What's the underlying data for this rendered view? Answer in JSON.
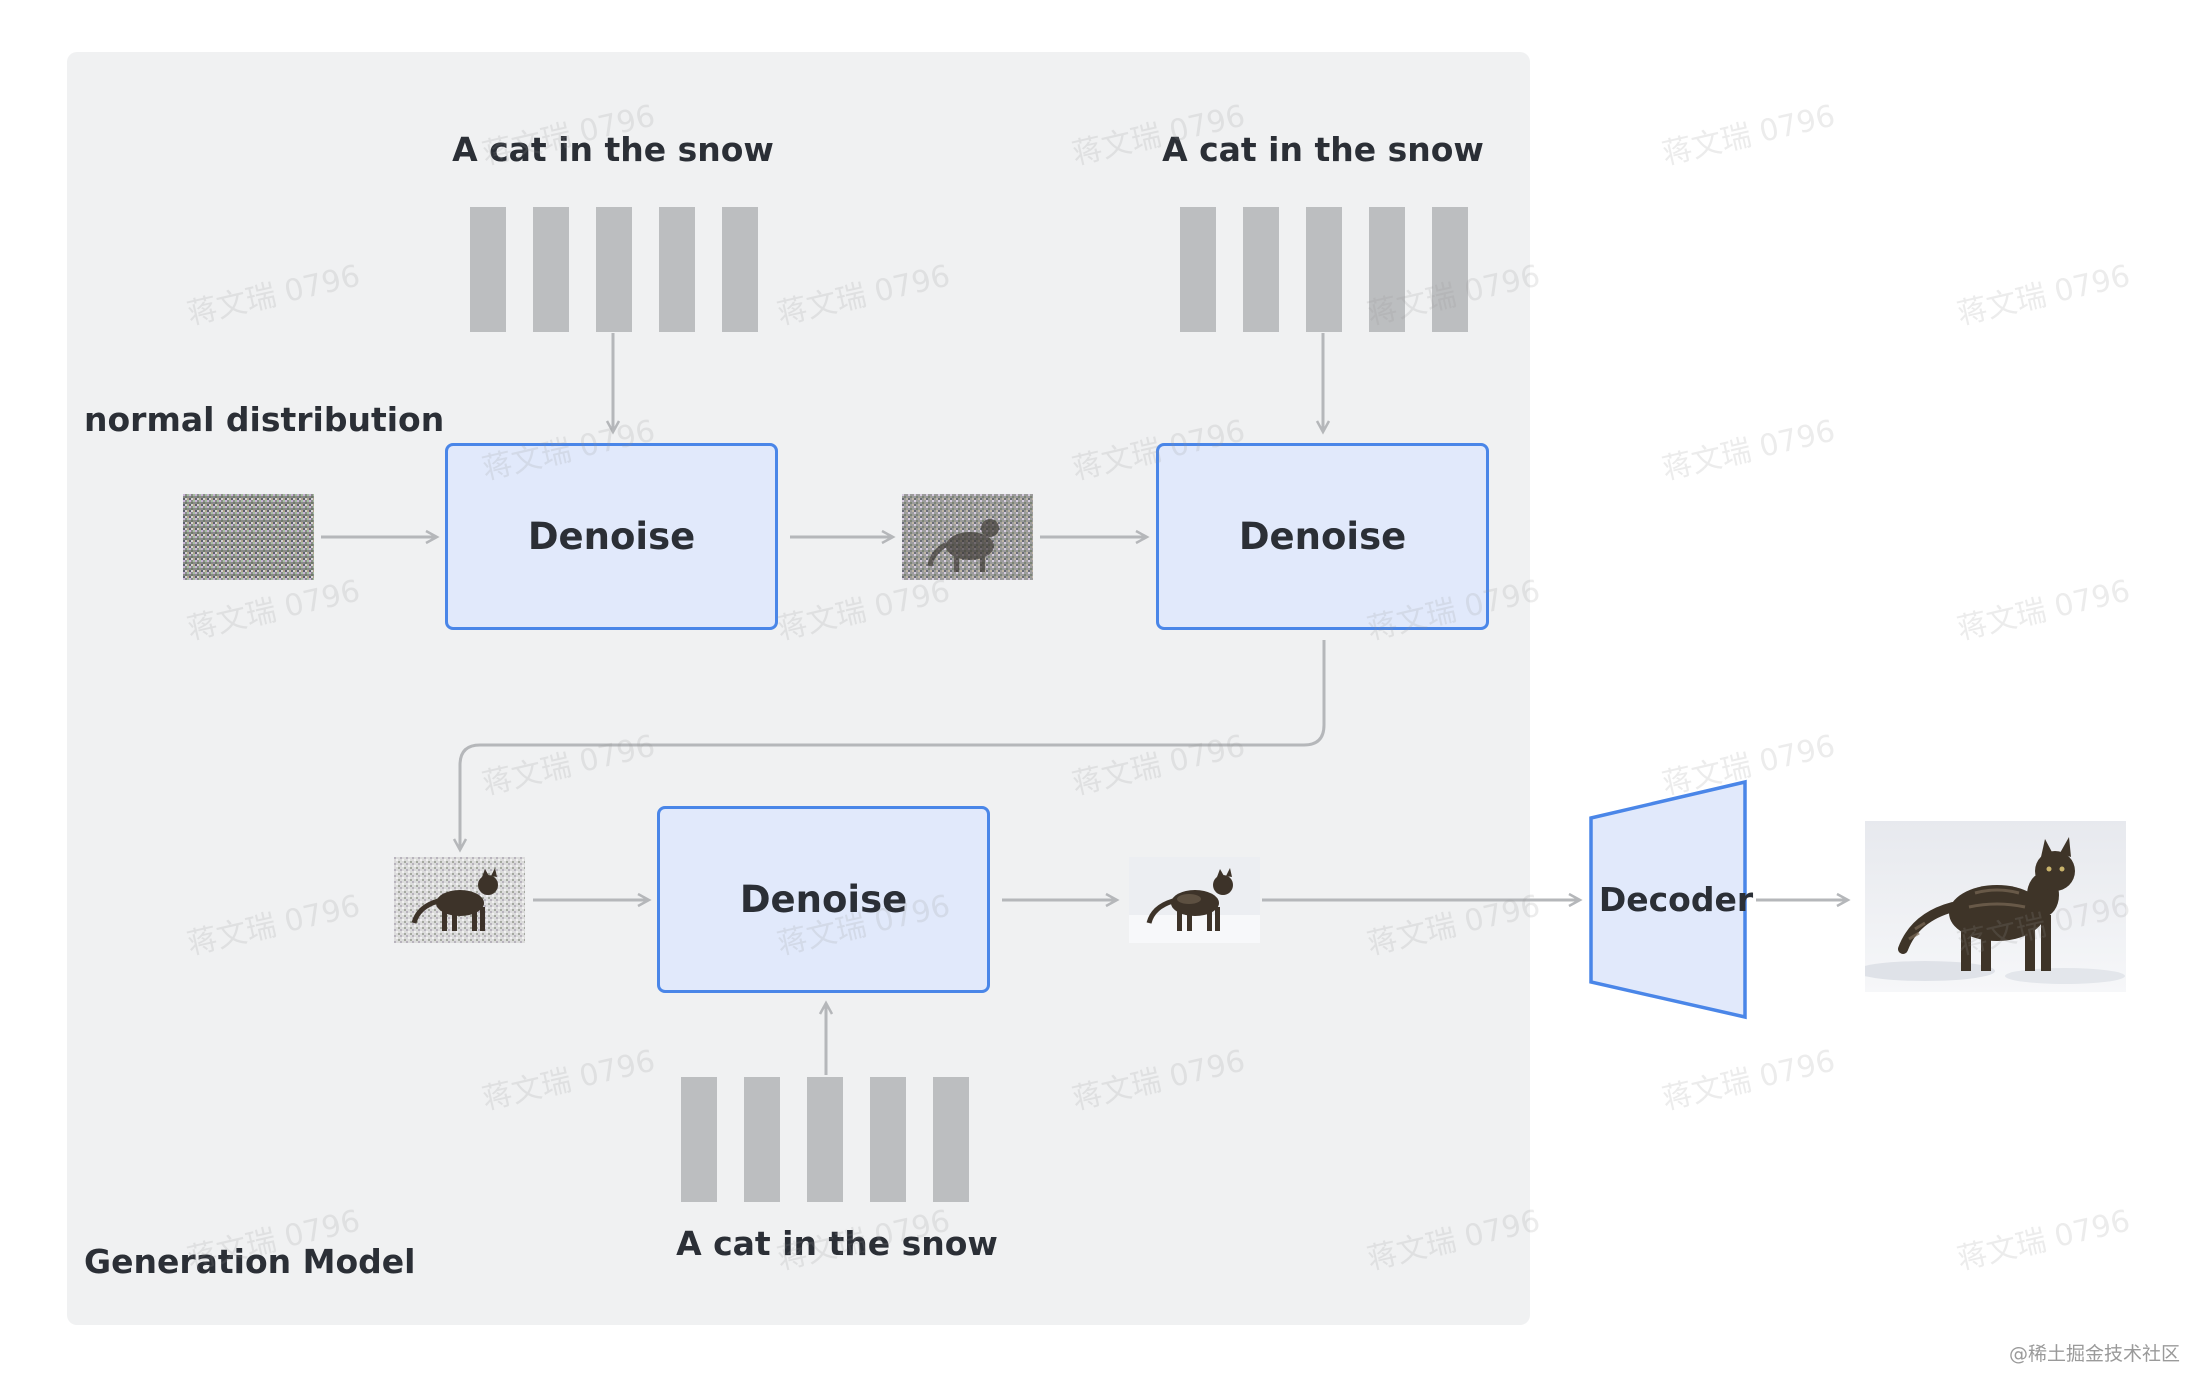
{
  "panel_title": "Generation Model",
  "input_label": "normal distribution",
  "prompts": [
    "A cat in the snow",
    "A cat in the snow",
    "A cat in the snow"
  ],
  "denoise_labels": [
    "Denoise",
    "Denoise",
    "Denoise"
  ],
  "decoder_label": "Decoder",
  "watermark_text": "蒋文瑞 0796",
  "credit": "@稀土掘金技术社区",
  "colors": {
    "panel_bg": "#f0f1f2",
    "denoise_fill": "#e1e9fb",
    "denoise_border": "#4a86e8",
    "token_bar": "#bcbec0",
    "arrow": "#b5b7ba"
  },
  "images": [
    {
      "name": "noise-image",
      "noise_level": 1.0
    },
    {
      "name": "partially-denoised-image-1",
      "noise_level": 0.7
    },
    {
      "name": "partially-denoised-image-2",
      "noise_level": 0.35
    },
    {
      "name": "denoised-latent-image",
      "noise_level": 0.05
    },
    {
      "name": "output-cat-image",
      "noise_level": 0.0
    }
  ]
}
